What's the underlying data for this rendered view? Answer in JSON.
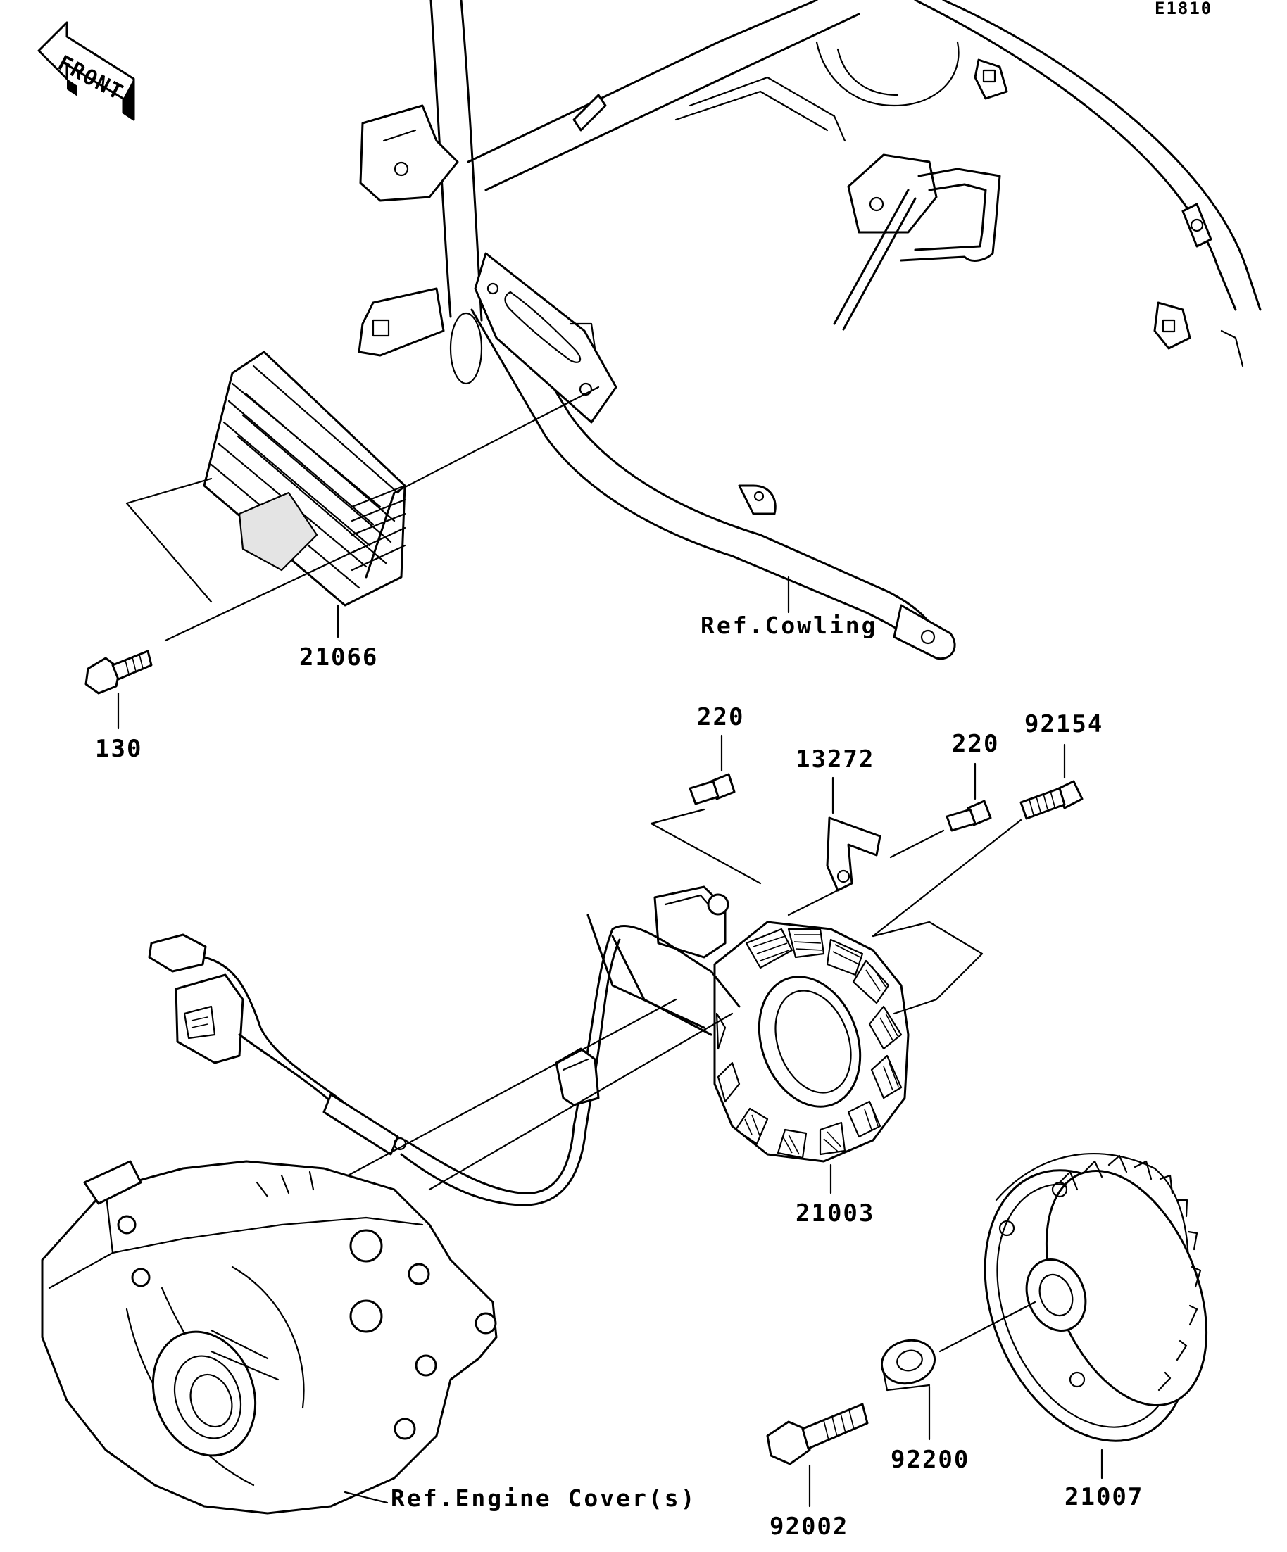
{
  "diagram_code": "E1810",
  "front_label": "FRONT",
  "refs": {
    "cowling": "Ref.Cowling",
    "engine_cover": "Ref.Engine Cover(s)"
  },
  "parts": {
    "regulator": "21066",
    "regulator_bolt": "130",
    "stator_bolt_left": "220",
    "stator_bolt_right": "220",
    "clamp": "13272",
    "stator_bolt_long": "92154",
    "stator": "21003",
    "rotor": "21007",
    "washer": "92200",
    "rotor_bolt": "92002"
  }
}
